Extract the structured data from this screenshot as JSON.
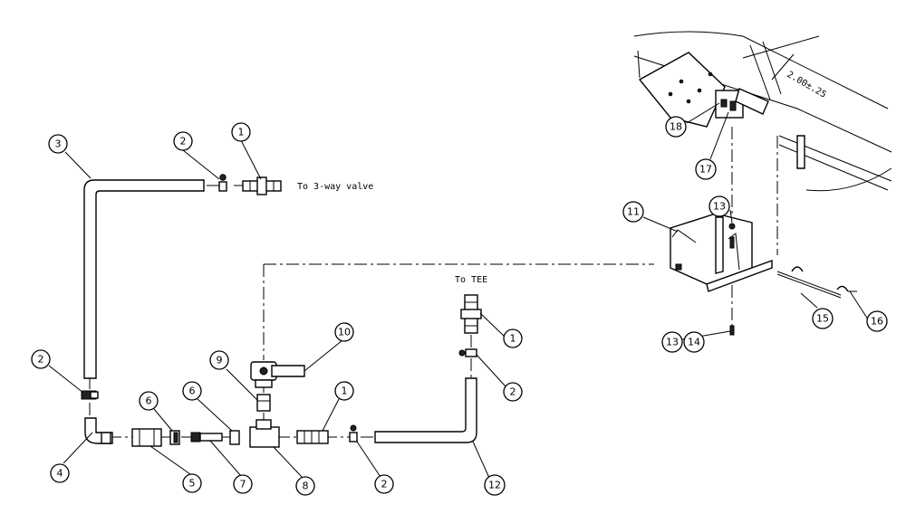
{
  "notes": {
    "to_three_way": "To 3-way valve",
    "to_tee": "To TEE",
    "dimension": "2.00±.25"
  },
  "callouts": [
    {
      "id": "c1a",
      "label": "1"
    },
    {
      "id": "c2a",
      "label": "2"
    },
    {
      "id": "c3",
      "label": "3"
    },
    {
      "id": "c2b",
      "label": "2"
    },
    {
      "id": "c4",
      "label": "4"
    },
    {
      "id": "c5",
      "label": "5"
    },
    {
      "id": "c6a",
      "label": "6"
    },
    {
      "id": "c7",
      "label": "7"
    },
    {
      "id": "c6b",
      "label": "6"
    },
    {
      "id": "c8",
      "label": "8"
    },
    {
      "id": "c9",
      "label": "9"
    },
    {
      "id": "c10",
      "label": "10"
    },
    {
      "id": "c1b",
      "label": "1"
    },
    {
      "id": "c2c",
      "label": "2"
    },
    {
      "id": "c1c",
      "label": "1"
    },
    {
      "id": "c2d",
      "label": "2"
    },
    {
      "id": "c12",
      "label": "12"
    },
    {
      "id": "c11",
      "label": "11"
    },
    {
      "id": "c13a",
      "label": "13"
    },
    {
      "id": "c13b",
      "label": "13"
    },
    {
      "id": "c14",
      "label": "14"
    },
    {
      "id": "c15",
      "label": "15"
    },
    {
      "id": "c16",
      "label": "16"
    },
    {
      "id": "c17",
      "label": "17"
    },
    {
      "id": "c18",
      "label": "18"
    }
  ]
}
